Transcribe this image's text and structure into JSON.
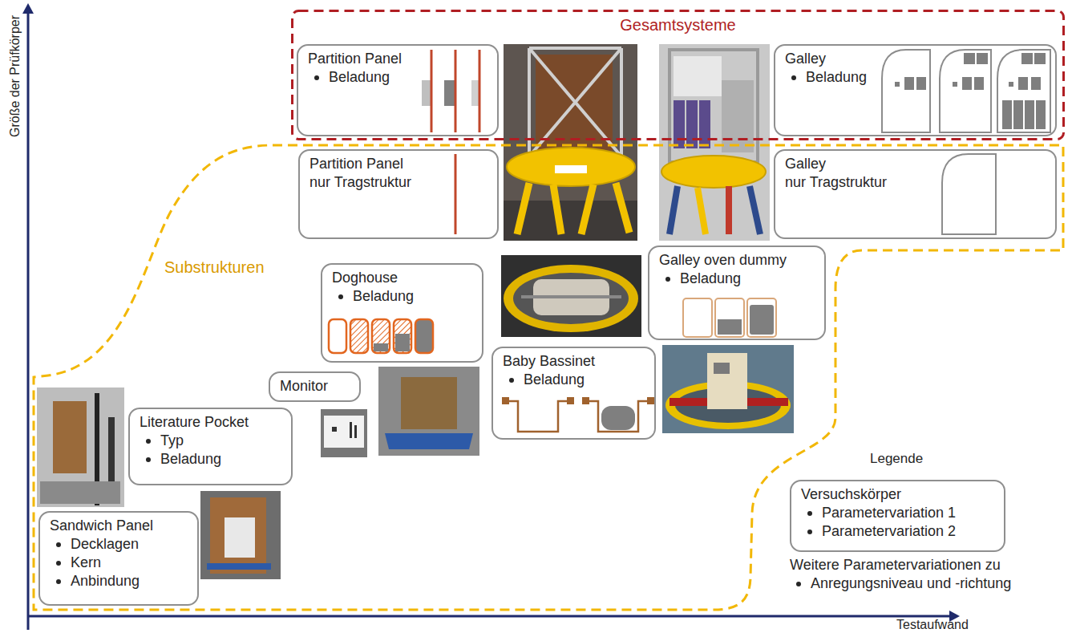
{
  "diagram": {
    "nodes": [
      {
        "text": [
          "Gesamtsysteme"
        ]
      },
      {
        "text": [
          "Partition Panel",
          "Beladung"
        ],
        "in": 0
      },
      {
        "text": [
          "Galley",
          "Beladung"
        ],
        "in": 0
      },
      {
        "text": [
          "Substrukturen"
        ]
      },
      {
        "text": [
          "Partition Panel",
          "nur Tragstruktur"
        ],
        "in": 3
      },
      {
        "text": [
          "Galley",
          "nur Tragstruktur"
        ],
        "in": 3
      },
      {
        "text": [
          "Doghouse",
          "Beladung"
        ],
        "in": 3
      },
      {
        "text": [
          "Galley oven dummy",
          "Beladung"
        ],
        "in": 3
      },
      {
        "text": [
          "Monitor"
        ],
        "in": 3
      },
      {
        "text": [
          "Baby Bassinet",
          "Beladung"
        ],
        "in": 3
      },
      {
        "text": [
          "Literature Pocket",
          "Typ",
          "Beladung"
        ],
        "in": 3
      },
      {
        "text": [
          "Sandwich Panel",
          "Decklagen",
          "Kern",
          "Anbindung"
        ],
        "in": 3
      },
      {
        "text": [
          "Versuchskörper",
          "Parametervariation 1",
          "Parametervariation 2"
        ]
      }
    ],
    "labels": [
      "Größe der Prüfkörper",
      "Testaufwand",
      "Legende",
      "Weitere Parametervariationen zu",
      "Anregungsniveau und -richtung"
    ]
  }
}
